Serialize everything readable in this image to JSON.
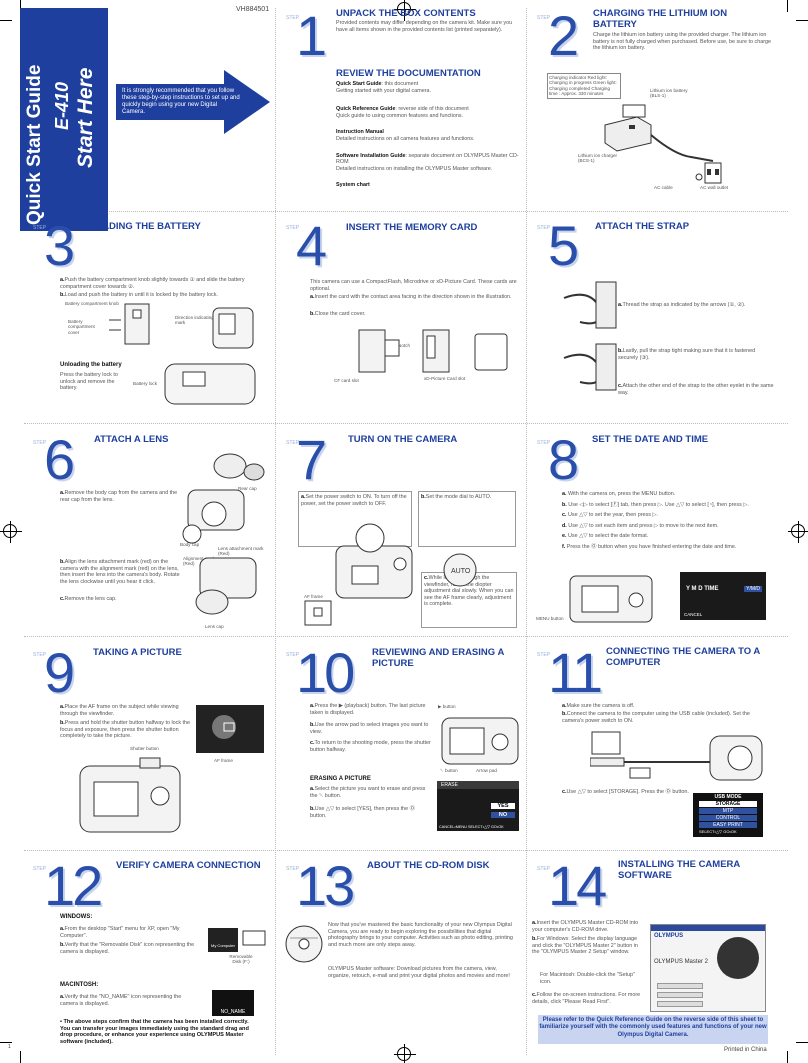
{
  "code": "VH884501",
  "cover": {
    "title": "Quick Start Guide",
    "model": "E-410",
    "start": "Start Here",
    "arrow_text": "It is strongly recommended that you follow these step-by-step instructions to set up and quickly begin using your new Digital Camera."
  },
  "step_word": "STEP",
  "steps": {
    "s1": {
      "num": "1",
      "title": "UNPACK THE BOX CONTENTS",
      "body": "Provided contents may differ depending on the camera kit. Make sure you have all items shown in the provided contents list (printed separately).",
      "title2": "REVIEW THE DOCUMENTATION",
      "docs": [
        {
          "name": "Quick Start Guide",
          "tag": ": this document",
          "desc": "Getting started with your digital camera."
        },
        {
          "name": "Quick Reference Guide",
          "tag": ": reverse side of this document",
          "desc": "Quick guide to using common features and functions."
        },
        {
          "name": "Instruction Manual",
          "tag": "",
          "desc": "Detailed instructions on all camera features and functions."
        },
        {
          "name": "Software Installation Guide",
          "tag": ": separate document on OLYMPUS Master CD-ROM",
          "desc": "Detailed instructions on installing the OLYMPUS Master software."
        },
        {
          "name": "System chart",
          "tag": "",
          "desc": ""
        }
      ]
    },
    "s2": {
      "num": "2",
      "title": "CHARGING THE LITHIUM ION BATTERY",
      "body": "Charge the lithium ion battery using the provided charger. The lithium ion battery is not fully charged when purchased. Before use, be sure to charge the lithium ion battery.",
      "indicator": "Charging indicator Red light: Charging in progress Green light: Charging completed Charging time : Approx. 330 minutes",
      "battery": "Lithium ion battery (BLS-1)",
      "charger": "Lithium ion charger (BCS-1)",
      "ac_cable": "AC cable",
      "ac_outlet": "AC wall outlet"
    },
    "s3": {
      "num": "3",
      "title": "LOADING THE BATTERY",
      "a": "Push the battery compartment knob slightly towards ① and slide the battery compartment cover towards ②.",
      "b": "Load and push the battery in until it is locked by the battery lock.",
      "knob": "Battery compartment knob",
      "cover": "Battery compartment cover",
      "direction": "Direction indicating mark",
      "unloading": "Unloading the battery",
      "unloading_body": "Press the battery lock to unlock and remove the battery.",
      "lock": "Battery lock"
    },
    "s4": {
      "num": "4",
      "title": "INSERT THE MEMORY CARD",
      "body": "This camera can use a CompactFlash, Microdrive or xD-Picture Card. These cards are optional.",
      "a": "Insert the card with the contact area facing in the direction shown in the illustration.",
      "b": "Close the card cover.",
      "cf": "CF card slot",
      "xd": "xD-Picture Card slot",
      "notch": "Notch"
    },
    "s5": {
      "num": "5",
      "title": "ATTACH THE STRAP",
      "a": "Thread the strap as indicated by the arrows (①, ②).",
      "b": "Lastly, pull the strap tight making sure that it is fastened securely (③).",
      "c": "Attach the other end of the strap to the other eyelet in the same way."
    },
    "s6": {
      "num": "6",
      "title": "ATTACH A LENS",
      "a": "Remove the body cap from the camera and the rear cap from the lens.",
      "b": "Align the lens attachment mark (red) on the camera with the alignment mark (red) on the lens, then insert the lens into the camera's body. Rotate the lens clockwise until you hear it click.",
      "c": "Remove the lens cap.",
      "rear_cap": "Rear cap",
      "body_cap": "Body cap",
      "lens_mark": "Lens attachment mark (Red)",
      "align_mark": "Alignment mark (Red)",
      "lens_cap": "Lens cap"
    },
    "s7": {
      "num": "7",
      "title": "TURN ON THE CAMERA",
      "a": "Set the power switch to ON. To turn off the power, set the power switch to OFF.",
      "b": "Set the mode dial to AUTO.",
      "c": "While looking through the viewfinder, rotate the diopter adjustment dial slowly. When you can see the AF frame clearly, adjustment is complete.",
      "af": "AF frame"
    },
    "s8": {
      "num": "8",
      "title": "SET THE DATE AND TIME",
      "items": [
        {
          "k": "a.",
          "t": "With the camera on, press the MENU button."
        },
        {
          "k": "b.",
          "t": "Use ◁▷ to select [Ⓕ] tab, then press ▷. Use △▽ to select [◔], then press ▷."
        },
        {
          "k": "c.",
          "t": "Use △▽ to set the year, then press ▷."
        },
        {
          "k": "d.",
          "t": "Use △▽ to set each item and press ▷ to move to the next item."
        },
        {
          "k": "e.",
          "t": "Use △▽ to select the date format."
        },
        {
          "k": "f.",
          "t": "Press the Ⓞ button when you have finished entering the date and time."
        }
      ],
      "menu_button": "MENU button",
      "lcd": "Y  M  D  TIME",
      "lcd_fmt": "Y/M/D",
      "lcd_cancel": "CANCEL"
    },
    "s9": {
      "num": "9",
      "title": "TAKING A PICTURE",
      "a": "Place the AF frame on the subject while viewing through the viewfinder.",
      "b": "Press and hold the shutter button halfway to lock the focus and exposure, then press the shutter button completely to take the picture.",
      "shutter": "Shutter button",
      "af": "AF frame"
    },
    "s10": {
      "num": "10",
      "title": "REVIEWING AND ERASING A PICTURE",
      "a": "Press the ▶ (playback) button. The last picture taken is displayed.",
      "b": "Use the arrow pad to select images you want to view.",
      "c": "To return to the shooting mode, press the shutter button halfway.",
      "erasing": "ERASING A PICTURE",
      "ea": "Select the picture you want to erase and press the ␡ button.",
      "eb": "Use △▽ to select [YES], then press the Ⓞ button.",
      "play_button": "▶ button",
      "erase_button": "␡ button",
      "arrow_pad": "Arrow pad",
      "lcd_title": "ERASE",
      "lcd_yes": "YES",
      "lcd_no": "NO",
      "lcd_footer": "CANCEL•MENU  SELECT•△▽  GO•OK"
    },
    "s11": {
      "num": "11",
      "title": "CONNECTING THE CAMERA TO A COMPUTER",
      "a": "Make sure the camera is off.",
      "b": "Connect the camera to the computer using the USB cable (included). Set the camera's power switch to ON.",
      "c": "Use △▽ to select [STORAGE]. Press the Ⓞ button.",
      "menu": [
        "USB MODE",
        "STORAGE",
        "MTP",
        "CONTROL",
        "EASY PRINT"
      ],
      "footer": "SELECT•△▽   GO•OK"
    },
    "s12": {
      "num": "12",
      "title": "VERIFY CAMERA CONNECTION",
      "windows": "WINDOWS:",
      "wa": "From the desktop \"Start\" menu for XP, open \"My Computer\".",
      "wb": "Verify that the \"Removable Disk\" icon representing the camera is displayed.",
      "mac": "MACINTOSH:",
      "ma": "Verify that the \"NO_NAME\" icon representing the camera is displayed.",
      "my_computer": "My Computer",
      "removable": "Removable Disk (F:)",
      "noname": "NO_NAME",
      "footer": "• The above steps confirm that the camera has been installed correctly. You can transfer your images immediately using the standard drag and drop procedure, or enhance your experience using OLYMPUS Master software (included)."
    },
    "s13": {
      "num": "13",
      "title": "ABOUT THE CD-ROM DISK",
      "p1": "Now that you've mastered the basic functionality of your new Olympus Digital Camera, you are ready to begin exploring the possibilities that digital photography brings to your computer. Activities such as photo editing, printing and much more are only steps away.",
      "p2": "OLYMPUS Master software: Download pictures from the camera, view, organize, retouch, e-mail and print your digital photos and movies and more!",
      "cd": "OLYMPUS Master 2"
    },
    "s14": {
      "num": "14",
      "title": "INSTALLING THE CAMERA SOFTWARE",
      "a": "Insert the OLYMPUS Master CD-ROM into your computer's CD-ROM drive.",
      "b": "For Windows: Select the display language and click the \"OLYMPUS Master 2\" button in the \"OLYMPUS Master 2 Setup\" window.",
      "b2": "For Macintosh: Double-click the \"Setup\" icon.",
      "c": "Follow the on-screen instructions. For more details, click \"Please Read First\".",
      "window_title": "OLYMPUS Master 2",
      "brand": "OLYMPUS"
    }
  },
  "note": "Please refer to the Quick Reference Guide on the reverse side of this sheet to familiarize yourself with the commonly used features and functions of your new Olympus Digital Camera.",
  "printed": "Printed in China",
  "page": "1",
  "colors": {
    "accent": "#1e3f9e",
    "light": "#c9d5f0"
  }
}
